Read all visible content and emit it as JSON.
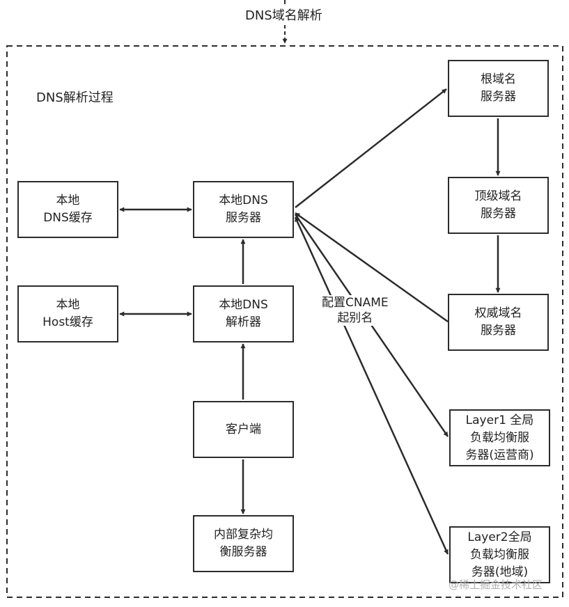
{
  "diagram": {
    "header_title": "DNS域名解析",
    "container_title": "DNS解析过程",
    "cname_label": "配置CNAME\n起别名",
    "watermark": "@稀土掘金技术社区",
    "nodes": {
      "local_dns_cache": "本地\nDNS缓存",
      "local_dns_server": "本地DNS\n服务器",
      "root_dns": "根域名\n服务器",
      "tld_dns": "顶级域名\n服务器",
      "local_host_cache": "本地\nHost缓存",
      "local_dns_resolver": "本地DNS\n解析器",
      "authoritative_dns": "权威域名\n服务器",
      "client": "客户端",
      "layer1_lb": "Layer1 全局\n负载均衡服\n务器(运营商)",
      "internal_lb": "内部复杂均\n衡服务器",
      "layer2_lb": "Layer2全局\n负载均衡服\n务器(地域)"
    },
    "edges": [
      {
        "from": "local_dns_cache",
        "to": "local_dns_server",
        "direction": "both"
      },
      {
        "from": "local_host_cache",
        "to": "local_dns_resolver",
        "direction": "both"
      },
      {
        "from": "local_dns_resolver",
        "to": "local_dns_server",
        "direction": "forward"
      },
      {
        "from": "client",
        "to": "local_dns_resolver",
        "direction": "forward"
      },
      {
        "from": "client",
        "to": "internal_lb",
        "direction": "forward"
      },
      {
        "from": "local_dns_server",
        "to": "root_dns",
        "direction": "forward"
      },
      {
        "from": "root_dns",
        "to": "tld_dns",
        "direction": "forward"
      },
      {
        "from": "tld_dns",
        "to": "authoritative_dns",
        "direction": "forward"
      },
      {
        "from": "authoritative_dns",
        "to": "local_dns_server",
        "direction": "forward"
      },
      {
        "from": "local_dns_server",
        "to": "layer1_lb",
        "direction": "forward"
      },
      {
        "from": "local_dns_server",
        "to": "layer2_lb",
        "direction": "both"
      }
    ],
    "colors": {
      "stroke": "#2b2b2b",
      "background": "#ffffff",
      "watermark": "#b0b0b0"
    }
  }
}
